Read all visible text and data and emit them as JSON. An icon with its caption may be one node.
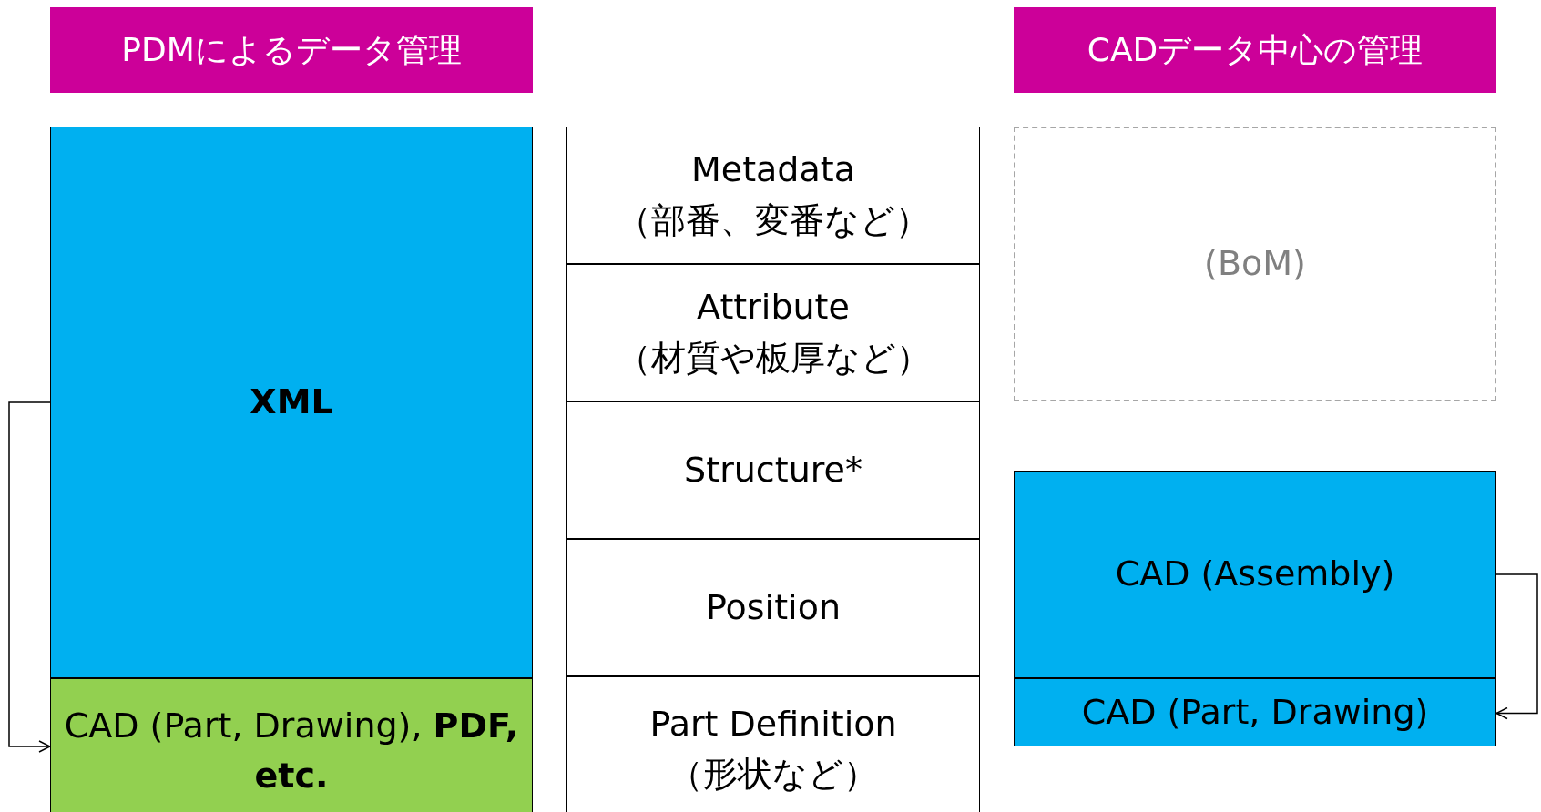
{
  "diagram": {
    "nodes": [
      {
        "text": [
          "PDMによるデータ管理"
        ]
      },
      {
        "text": [
          "CADデータ中心の管理"
        ]
      },
      {
        "text": [
          "XML"
        ]
      },
      {
        "text": [
          "CAD (Part, Drawing), **PDF, etc.**"
        ]
      },
      {
        "text": [
          "Metadata",
          "（部番、変番など）"
        ]
      },
      {
        "text": [
          "Attribute",
          "（材質や板厚など）"
        ]
      },
      {
        "text": [
          "Structure*"
        ]
      },
      {
        "text": [
          "Position"
        ]
      },
      {
        "text": [
          "Part Definition",
          "（形状など）"
        ]
      },
      {
        "text": [
          "(BoM)"
        ]
      },
      {
        "text": [
          "CAD (Assembly)"
        ]
      },
      {
        "text": [
          "CAD (Part, Drawing)"
        ]
      }
    ],
    "edges": [
      {
        "from": 2,
        "to": 3,
        "arrow": "to"
      },
      {
        "from": 10,
        "to": 11,
        "arrow": "to"
      }
    ]
  }
}
